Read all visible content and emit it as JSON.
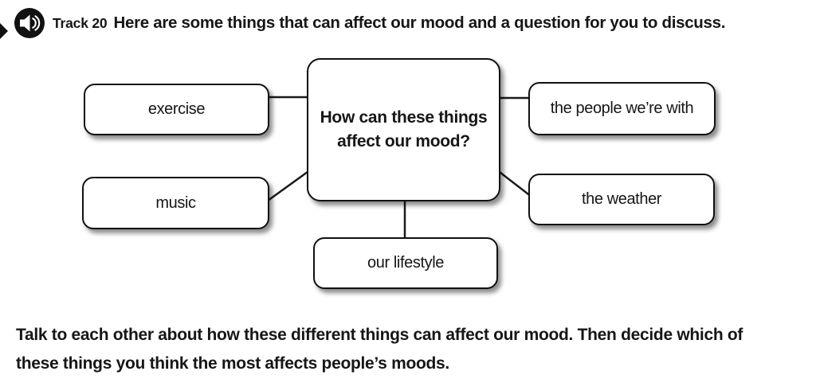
{
  "colors": {
    "background": "#ffffff",
    "text": "#161616",
    "box_border": "#111111",
    "box_fill": "#ffffff",
    "connector": "#1a1a1a"
  },
  "header": {
    "track_label": "Track 20",
    "instruction": "Here are some things that can affect our mood and a question for you to discuss."
  },
  "diagram": {
    "center": {
      "label": "How can these things affect our mood?"
    },
    "nodes": [
      {
        "id": "exercise",
        "label": "exercise"
      },
      {
        "id": "people",
        "label": "the people we’re with"
      },
      {
        "id": "music",
        "label": "music"
      },
      {
        "id": "weather",
        "label": "the weather"
      },
      {
        "id": "lifestyle",
        "label": "our lifestyle"
      }
    ]
  },
  "footer": {
    "instruction": "Talk to each other about how these different things can affect our mood. Then decide which of these things you think the most affects people’s moods."
  }
}
